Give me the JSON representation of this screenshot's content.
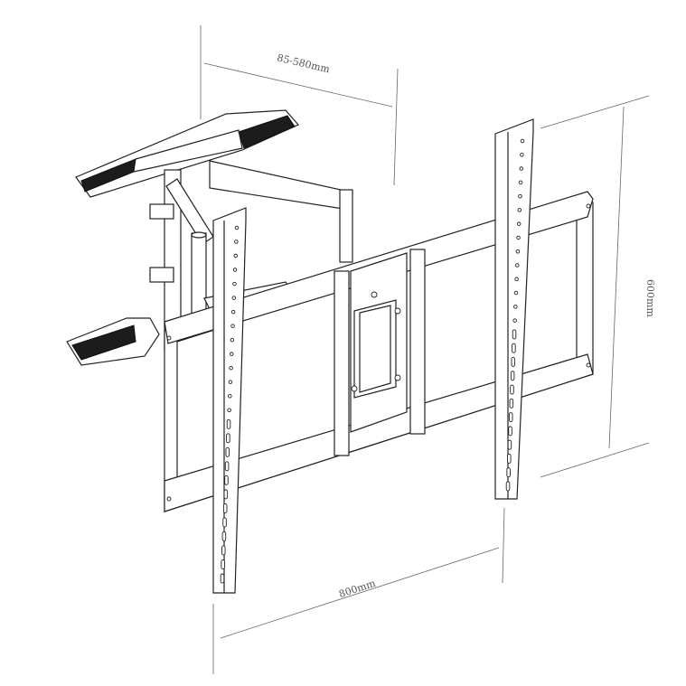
{
  "dimensions": {
    "extension": "85-580mm",
    "height": "600mm",
    "width": "800mm"
  }
}
